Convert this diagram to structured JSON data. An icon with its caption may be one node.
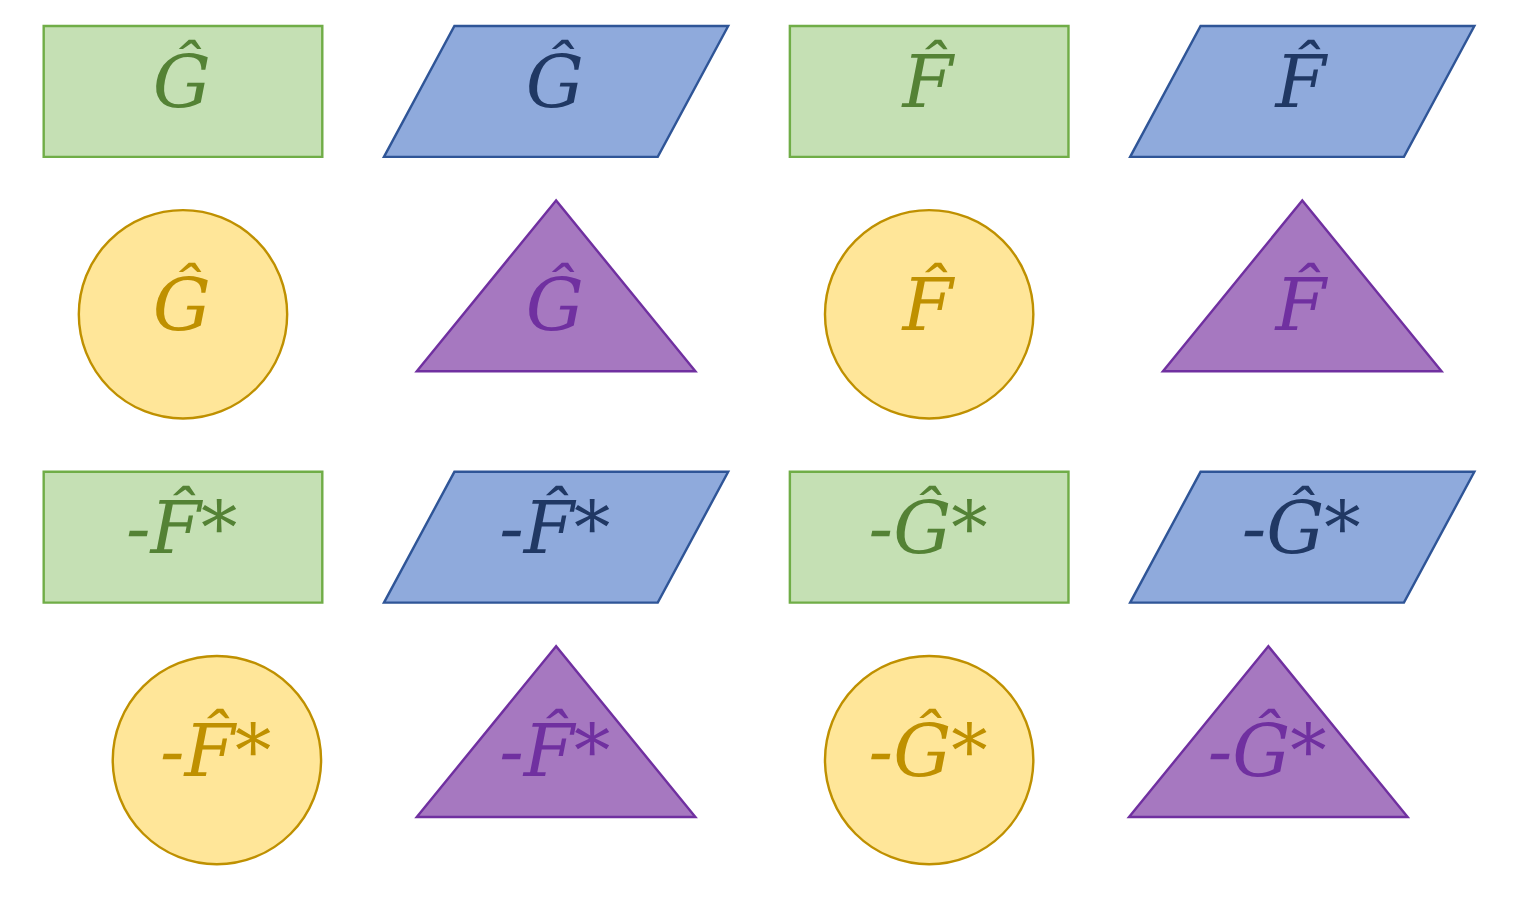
{
  "diagram": {
    "nodes": [
      {
        "text": [
          "Ĝ"
        ]
      },
      {
        "text": [
          "Ĝ"
        ]
      },
      {
        "text": [
          "F̂"
        ]
      },
      {
        "text": [
          "F̂"
        ]
      },
      {
        "text": [
          "Ĝ"
        ]
      },
      {
        "text": [
          "Ĝ"
        ]
      },
      {
        "text": [
          "F̂"
        ]
      },
      {
        "text": [
          "F̂"
        ]
      },
      {
        "text": [
          "-F̂*"
        ]
      },
      {
        "text": [
          "-F̂*"
        ]
      },
      {
        "text": [
          "-Ĝ*"
        ]
      },
      {
        "text": [
          "-Ĝ*"
        ]
      },
      {
        "text": [
          "-F̂*"
        ]
      },
      {
        "text": [
          "-F̂*"
        ]
      },
      {
        "text": [
          "-Ĝ*"
        ]
      },
      {
        "text": [
          "-Ĝ*"
        ]
      }
    ]
  }
}
